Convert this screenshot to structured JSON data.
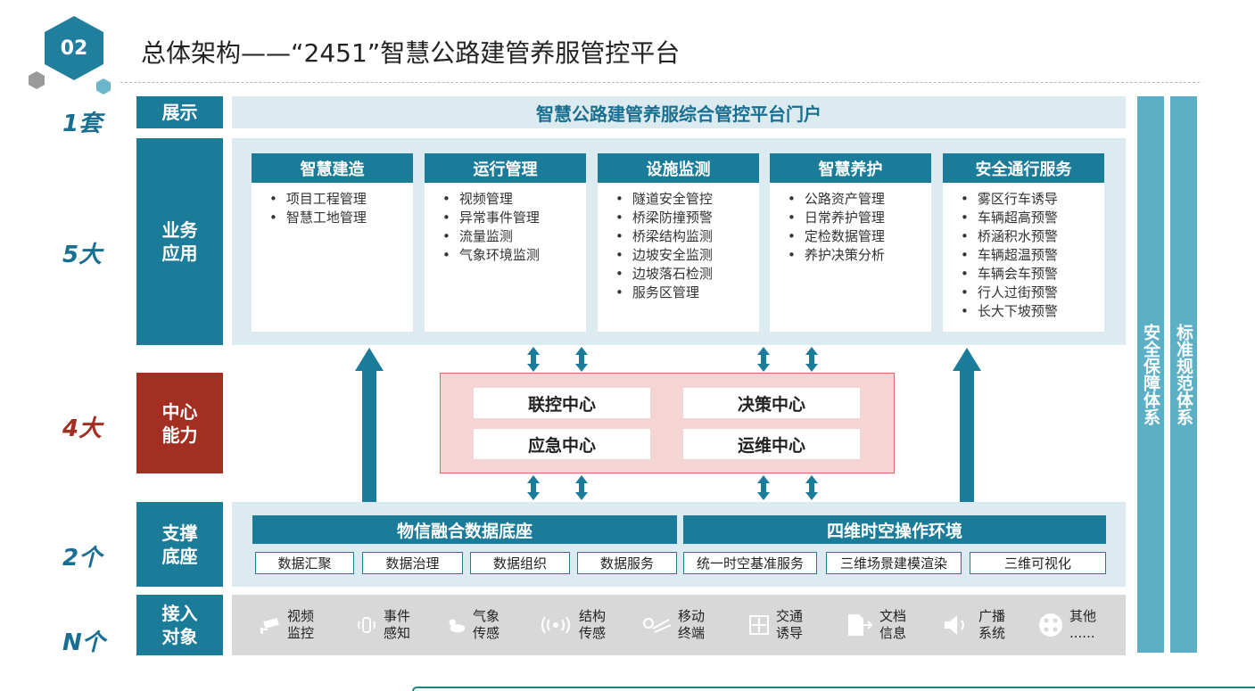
{
  "header": {
    "badge": "02",
    "title": "总体架构——“2451”智慧公路建管养服管控平台"
  },
  "counts": [
    "1套",
    "5大",
    "4大",
    "2个",
    "N个"
  ],
  "layers": {
    "display": "展示",
    "business": "业务\n应用",
    "center": "中心\n能力",
    "support": "支撑\n底座",
    "access": "接入\n对象"
  },
  "portal": "智慧公路建管养服综合管控平台门户",
  "modules": [
    {
      "title": "智慧建造",
      "items": [
        "项目工程管理",
        "智慧工地管理"
      ]
    },
    {
      "title": "运行管理",
      "items": [
        "视频管理",
        "异常事件管理",
        "流量监测",
        "气象环境监测"
      ]
    },
    {
      "title": "设施监测",
      "items": [
        "隧道安全管控",
        "桥梁防撞预警",
        "桥梁结构监测",
        "边坡安全监测",
        "边坡落石检测",
        "服务区管理"
      ]
    },
    {
      "title": "智慧养护",
      "items": [
        "公路资产管理",
        "日常养护管理",
        "定检数据管理",
        "养护决策分析"
      ]
    },
    {
      "title": "安全通行服务",
      "items": [
        "雾区行车诱导",
        "车辆超高预警",
        "桥涵积水预警",
        "车辆超温预警",
        "车辆会车预警",
        "行人过街预警",
        "长大下坡预警"
      ]
    }
  ],
  "centers": [
    "联控中心",
    "决策中心",
    "应急中心",
    "运维中心"
  ],
  "support": {
    "bars": [
      "物信融合数据底座",
      "四维时空操作环境"
    ],
    "items": [
      "数据汇聚",
      "数据治理",
      "数据组织",
      "数据服务",
      "统一时空基准服务",
      "三维场景建模渲染",
      "三维可视化"
    ]
  },
  "access": [
    {
      "label": "视频\n监控",
      "icon": "camera-icon"
    },
    {
      "label": "事件\n感知",
      "icon": "sensor-icon"
    },
    {
      "label": "气象\n传感",
      "icon": "weather-icon"
    },
    {
      "label": "结构\n传感",
      "icon": "signal-icon"
    },
    {
      "label": "移动\n终端",
      "icon": "mobile-icon"
    },
    {
      "label": "交通\n诱导",
      "icon": "traffic-icon"
    },
    {
      "label": "文档\n信息",
      "icon": "document-icon"
    },
    {
      "label": "广播\n系统",
      "icon": "speaker-icon"
    },
    {
      "label": "其他\n......",
      "icon": "more-icon"
    }
  ],
  "side": [
    "安全保障体系",
    "标准规范体系"
  ],
  "colors": {
    "primary": "#1b7c9a",
    "light": "#dcebf0",
    "accent_red": "#a32e22",
    "side": "#5cb0c6"
  }
}
